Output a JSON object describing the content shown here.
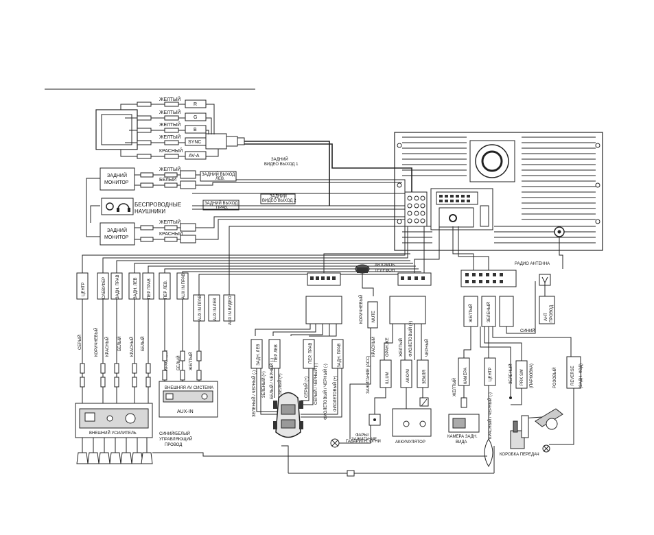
{
  "labels": {
    "yellow": "ЖЕЛТЫЙ",
    "red": "КРАСНЫЙ",
    "white": "БЕЛЫЙ",
    "r": "R",
    "g": "G",
    "b": "B",
    "sync": "SYNC",
    "av_a": "AV-A",
    "rear_monitor": "ЗАДНИЙ МОНИТОР",
    "wireless_headphones_1": "БЕСПРОВОДНЫЕ",
    "wireless_headphones_2": "НАУШНИКИ",
    "rear_video_out_1a": "ЗАДНИЙ",
    "rear_video_out_1b": "ВИДЕО ВЫХОД 1",
    "rear_out_left_a": "ЗАДНИЙ ВЫХОД",
    "rear_out_left_b": "ЛЕВ.",
    "rear_video_out_2a": "ЗАДНИЙ",
    "rear_video_out_2b": "ВИДЕО ВЫХОД 2",
    "rear_out_right_a": "ЗАДНИЙ ВЫХОД",
    "rear_out_right_b": "ПРАВ.",
    "phone_a": "АВТОМОБ.",
    "phone_b": "ТЕЛЕФОН",
    "radio_antenna": "РАДИО АНТЕННА",
    "ant_a": "АНТ",
    "ant_b": "ПРОВОД",
    "center": "ЦЕНТР",
    "subwoofer": "САБВУФЕР",
    "rear_right": "ЗАДН. ПРАВ",
    "rear_left": "ЗАДН. ЛЕВ",
    "front_right": "ПЕР ПРАВ",
    "front_left": "ПЕР ЛЕВ.",
    "aux_in_right": "AUX IN ПРАВ",
    "aux_in_left": "AUX IN ЛЕВ",
    "aux_in_video": "AUX IN ВИДЕО",
    "gray": "СЕРЫЙ",
    "brown": "КОРИЧНЕВЫЙ",
    "external_av_system": "ВНЕШНЯЯ AV СИСТЕМА",
    "aux_in": "AUX-IN",
    "external_amp": "ВНЕШНИЙ УСИЛИТЕЛЬ",
    "control_wire_a": "СИНИЙ/БЕЛЫЙ",
    "control_wire_b": "УПРАВЛЯЮЩИЙ",
    "control_wire_c": "ПРОВОД",
    "mute": "MUTE",
    "illum": "ILLUM",
    "accum": "АККУМ",
    "ground": "ЗЕМЛЯ",
    "orange": "ОРАН.ЖЕ",
    "violet_a": "ФИОЛЕТОВЫЙ (+)",
    "black": "ЧЕРНЫЙ",
    "ignition_acc": "ЗАЖИГАНИЕ (ACC)",
    "battery": "АККУМУЛЯТОР",
    "ignition": "ЗАЖИГАНИЕ",
    "headlights_a": "ФАРЫ/",
    "headlights_b": "ГАБАРИТН. ОГНИ",
    "rear_l": "ЗАДН. ЛЕВ",
    "front_l": "ПЕР ЛЕВ",
    "front_r": "ПЕР. ПРАВ",
    "rear_r": "ЗАДН. ПРАВ",
    "green_black": "ЗЕЛЕНЫЙ / ЧЕРНЫЙ (-)",
    "green_plus": "ЗЕЛЕНЫЙ (+)",
    "white_black": "БЕЛЫЙ / ЧЕРНЫЙ (-)",
    "white_plus": "БЕЛЫЙ (+)",
    "gray_plus": "СЕРЫЙ (+)",
    "gray_black": "СЕРЫЙ / ЧЕРНЫЙ (-)",
    "violet_black": "ФИОЛЕТОВЫЙ / ЧЕРНЫЙ (-)",
    "violet_plus": "ФИОЛЕТОВЫЙ (+)",
    "green": "ЗЕЛЕНЫЙ",
    "blue": "СИНИЙ",
    "camera": "КАМЕРА",
    "rear_camera_a": "КАМЕРА ЗАДН.",
    "rear_camera_b": "ВИДА",
    "center_w": "ЦЕНТР",
    "red_black": "КРАСНЫЙ / ЧЕРНЫЙ (-)",
    "prk_sw": "PRK SW",
    "parking": "(ПАРКОВКА)",
    "pink": "РОЗОВЫЙ",
    "reverse": "REVERSE",
    "reverse_b": "(ЗАДН. ХОД)",
    "gearbox": "КОРОБКА ПЕРЕДАЧ"
  },
  "colors": {
    "line": "#222222",
    "panel": "#d8d8d8"
  }
}
